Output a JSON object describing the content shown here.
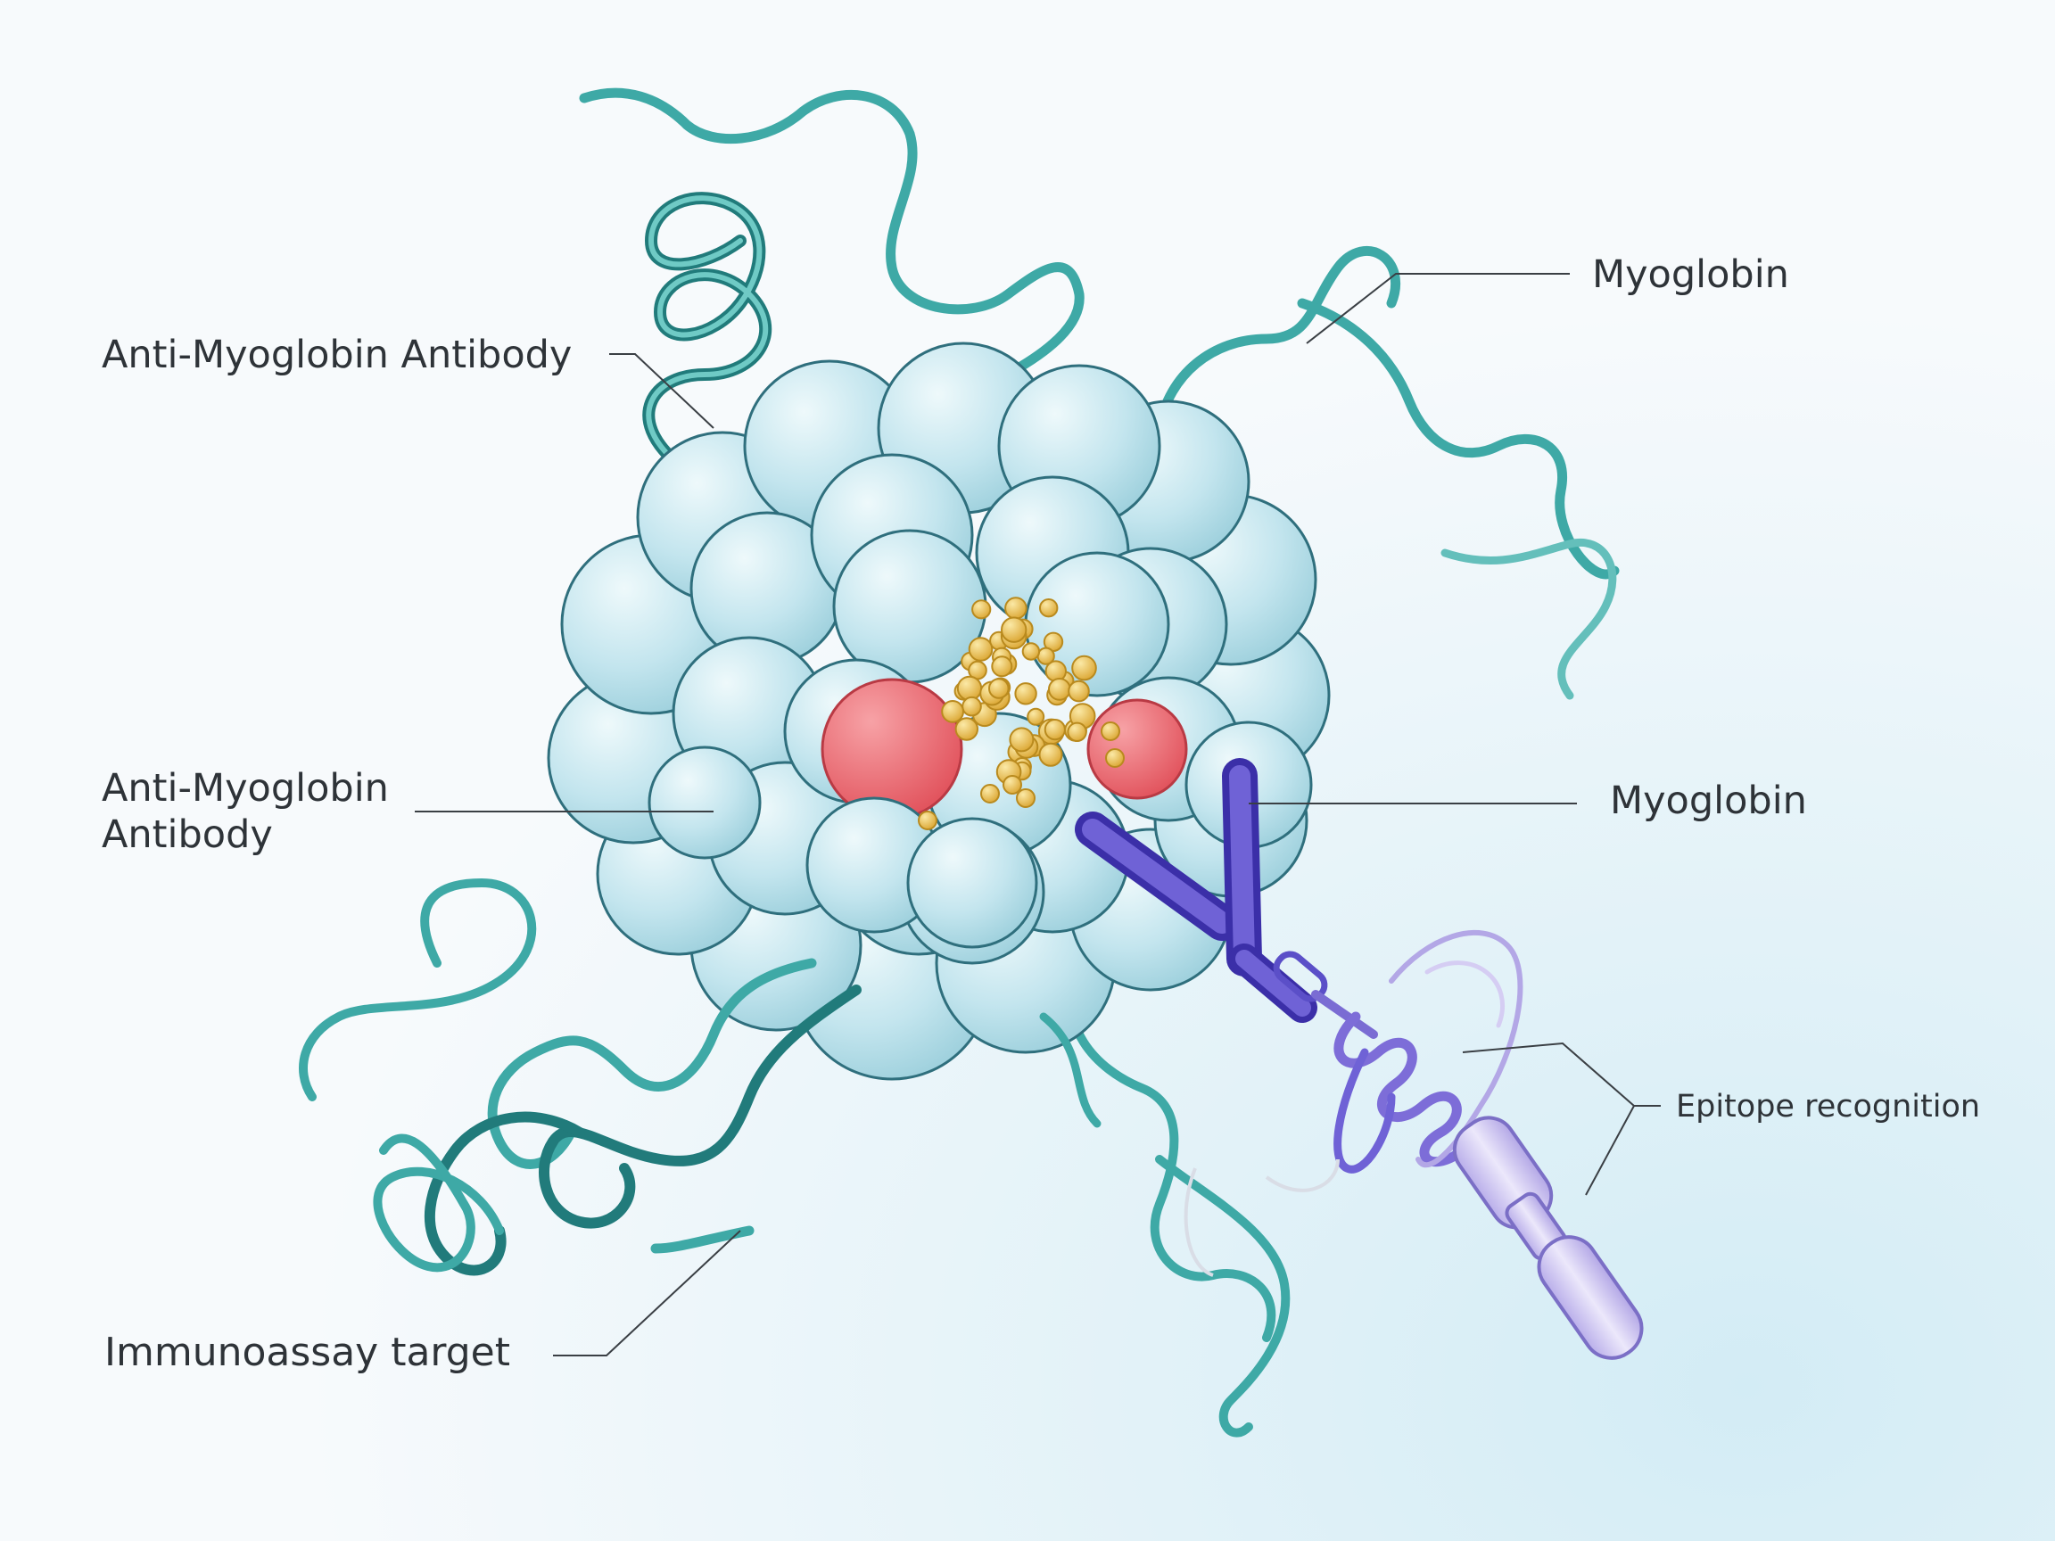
{
  "labels": {
    "top_left": "Anti-Myoglobin Antibody",
    "middle_left_line1": "Anti-Myoglobin",
    "middle_left_line2": "Antibody",
    "bottom_left": "Immunoassay target",
    "top_right": "Myoglobin",
    "middle_right": "Myoglobin",
    "bottom_right": "Epitope recognition"
  },
  "colors": {
    "background": "#f3f8fb",
    "background_glow": "#d6eef6",
    "protein_fill": "#c4e6ee",
    "protein_outline": "#2f6f7d",
    "ribbon": "#3ea9a6",
    "ribbon_dark": "#217b7b",
    "heme_red": "#e85f66",
    "ligand_gold": "#e3b23c",
    "antibody": "#5b4fc8",
    "antibody_light": "#a493e0",
    "probe": "#cdc5ef",
    "leader_line": "#3a3f44",
    "label_text": "#2e3338"
  }
}
